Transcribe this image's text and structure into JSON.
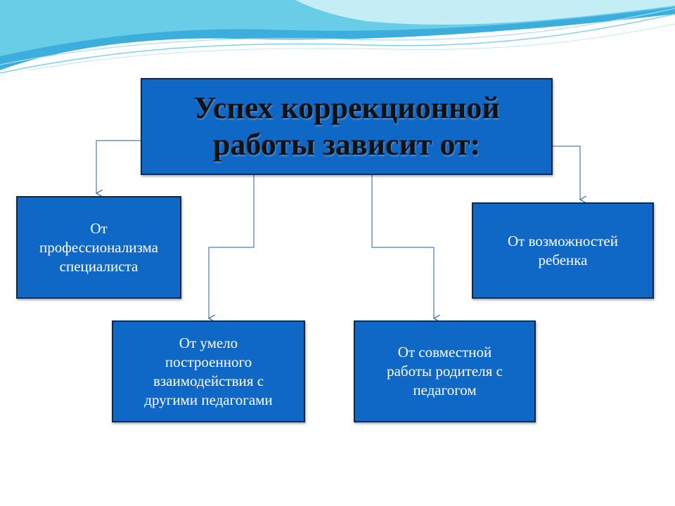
{
  "diagram": {
    "title": "Успех коррекционной\nработы зависит от:",
    "items": [
      "От\nпрофессионализма\nспециалиста",
      "От умело\nпостроенного\nвзаимодействия с\nдругими педагогами",
      "От  совместной\nработы родителя с\nпедагогом",
      "От  возможностей\nребенка"
    ]
  },
  "colors": {
    "box_fill": "#0f67c6",
    "box_border": "#0b2a4f",
    "item_text": "#ffffff",
    "title_text": "#111111",
    "connector": "#2a5d9c",
    "wave_light": "#c9eef7",
    "wave_mid": "#6fd0e8",
    "wave_deep": "#1aa0d8"
  }
}
